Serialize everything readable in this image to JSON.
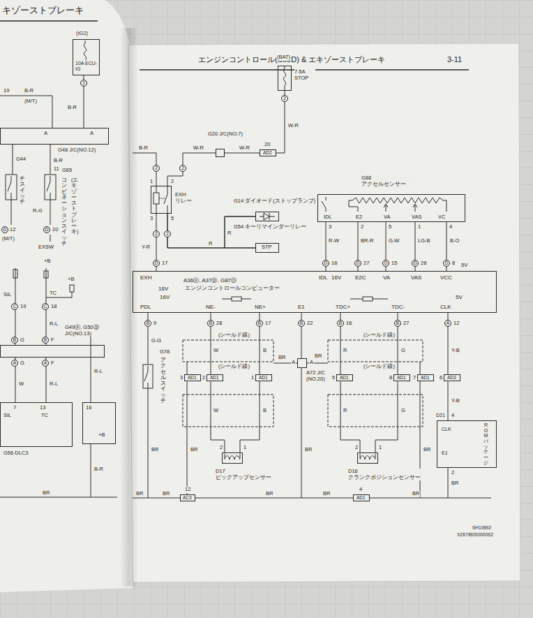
{
  "diagram": {
    "title": "エンジンコントロール(S05D) & エキゾーストブレーキ",
    "nodes": [
      {
        "text": [
          "10A ECU-IG"
        ]
      },
      {
        "text": [
          "G48 J/C(NO.12)"
        ]
      },
      {
        "text": [
          "G49Ⓐ, G50Ⓑ J/C(NO.13)"
        ]
      },
      {
        "text": [
          "SIL",
          "TC",
          "G56 DLC3"
        ]
      },
      {
        "text": [
          "+B"
        ]
      },
      {
        "text": [
          "7.5A STOP"
        ]
      },
      {
        "text": [
          "AD2"
        ]
      },
      {
        "text": [
          "G20 J/C(NO.7)"
        ]
      },
      {
        "text": [
          "EXH リレー"
        ]
      },
      {
        "text": [
          "G14 ダイオード(ストップランプ)"
        ]
      },
      {
        "text": [
          "STP",
          "G54 キーリマインダーリレー"
        ]
      },
      {
        "text": [
          "G88 アクセルセンサー",
          "IDL",
          "E2",
          "VA",
          "VAS",
          "VC"
        ]
      },
      {
        "text": [
          "A36Ⓐ, A37Ⓑ, G87Ⓓ",
          "エンジンコントロールコンピューター",
          "EXH",
          "16V",
          "IDL",
          "16V",
          "E2C",
          "VA",
          "VAS",
          "VCC",
          "PDL",
          "16V",
          "NE-",
          "NE+",
          "E1",
          "TDC+",
          "TDC-",
          "CLK",
          "5V"
        ]
      },
      {
        "text": [
          "AD1"
        ]
      },
      {
        "text": [
          "AD1"
        ]
      },
      {
        "text": [
          "AD1"
        ]
      },
      {
        "text": [
          "A72 J/C (NO.20)"
        ]
      },
      {
        "text": [
          "AD1"
        ]
      },
      {
        "text": [
          "AD1"
        ]
      },
      {
        "text": [
          "AD1"
        ]
      },
      {
        "text": [
          "AD3"
        ]
      },
      {
        "text": [
          "D17 ピックアップセンサー"
        ]
      },
      {
        "text": [
          "D16 クランクポジションセンサー"
        ]
      },
      {
        "text": [
          "D21",
          "CLK",
          "E1",
          "ROMパッケージ"
        ]
      },
      {
        "text": [
          "AC3"
        ]
      },
      {
        "text": [
          "AD1"
        ]
      }
    ],
    "edges": [
      {
        "from": 0,
        "to": 1,
        "arrow": "none"
      },
      {
        "from": 2,
        "to": 3,
        "arrow": "none"
      },
      {
        "from": 2,
        "to": 3,
        "arrow": "none"
      },
      {
        "from": 5,
        "to": 6,
        "arrow": "none"
      },
      {
        "from": 6,
        "to": 7,
        "arrow": "none"
      },
      {
        "from": 7,
        "to": 8,
        "arrow": "none"
      },
      {
        "from": 8,
        "to": 12,
        "arrow": "none"
      },
      {
        "from": 8,
        "to": 10,
        "arrow": "none"
      },
      {
        "from": 8,
        "to": 9,
        "arrow": "none"
      },
      {
        "from": 9,
        "to": 10,
        "arrow": "none"
      },
      {
        "from": 11,
        "to": 12,
        "arrow": "none"
      },
      {
        "from": 11,
        "to": 12,
        "arrow": "none"
      },
      {
        "from": 11,
        "to": 12,
        "arrow": "none"
      },
      {
        "from": 11,
        "to": 12,
        "arrow": "none"
      },
      {
        "from": 11,
        "to": 12,
        "arrow": "none"
      },
      {
        "from": 12,
        "to": 14,
        "arrow": "none"
      },
      {
        "from": 12,
        "to": 15,
        "arrow": "none"
      },
      {
        "from": 14,
        "to": 21,
        "arrow": "none"
      },
      {
        "from": 15,
        "to": 21,
        "arrow": "none"
      },
      {
        "from": 13,
        "to": 24,
        "arrow": "none"
      },
      {
        "from": 12,
        "to": 16,
        "arrow": "none"
      },
      {
        "from": 12,
        "to": 17,
        "arrow": "none"
      },
      {
        "from": 12,
        "to": 18,
        "arrow": "none"
      },
      {
        "from": 17,
        "to": 22,
        "arrow": "none"
      },
      {
        "from": 18,
        "to": 22,
        "arrow": "none"
      },
      {
        "from": 12,
        "to": 20,
        "arrow": "none"
      },
      {
        "from": 20,
        "to": 23,
        "arrow": "none"
      },
      {
        "from": 24,
        "to": 25,
        "arrow": "none"
      }
    ],
    "labels": [
      "キゾーストブレーキ",
      "(IG2)",
      "19",
      "B-R",
      "(M/T)",
      "2",
      "B-R",
      "A",
      "A",
      "G44",
      "B-R",
      "11",
      "チスイッチ",
      "G65",
      "コンビネーションスイッチ",
      "(エキゾーストブレーキ)",
      "R-G",
      "D",
      "12",
      "(M/T)",
      "D",
      "20",
      "EXSW",
      "+B",
      "+B",
      "SIL",
      "C",
      "19",
      "TC",
      "C",
      "18",
      "R-L",
      "B",
      "G",
      "B",
      "F",
      "A",
      "G",
      "A",
      "F",
      "W",
      "R-L",
      "7",
      "13",
      "R-L",
      "16",
      "B-R",
      "BR",
      "3-11",
      "(BAT)",
      "2",
      "W-R",
      "20",
      "W-R",
      "W-R",
      "B-R",
      "2",
      "2",
      "1",
      "2",
      "3",
      "5",
      "2",
      "2",
      "Y-R",
      "R",
      "R",
      "D",
      "17",
      "3",
      "2",
      "5",
      "1",
      "4",
      "R-W",
      "BR-R",
      "G-W",
      "LG-B",
      "B-O",
      "D",
      "18",
      "D",
      "27",
      "D",
      "15",
      "D",
      "28",
      "D",
      "8",
      "5V",
      "B",
      "9",
      "B",
      "28",
      "B",
      "17",
      "B",
      "22",
      "B",
      "16",
      "B",
      "27",
      "A",
      "12",
      "G-G",
      "G78",
      "アクセルスイッチ",
      "(シールド線)",
      "(シールド線)",
      "(シールド線)",
      "(シールド線)",
      "W",
      "B",
      "BR",
      "A",
      "A",
      "BR",
      "R",
      "G",
      "3",
      "2",
      "1",
      "5",
      "8",
      "7",
      "6",
      "W",
      "B",
      "R",
      "G",
      "Y-B",
      "Y-B",
      "2",
      "1",
      "2",
      "1",
      "4",
      "2",
      "BR",
      "BR",
      "BR",
      "BR",
      "BR",
      "BR",
      "BR",
      "12",
      "BR",
      "BR",
      "4",
      "BR",
      "SH10692",
      "XZ67/B0S0000S2"
    ]
  }
}
